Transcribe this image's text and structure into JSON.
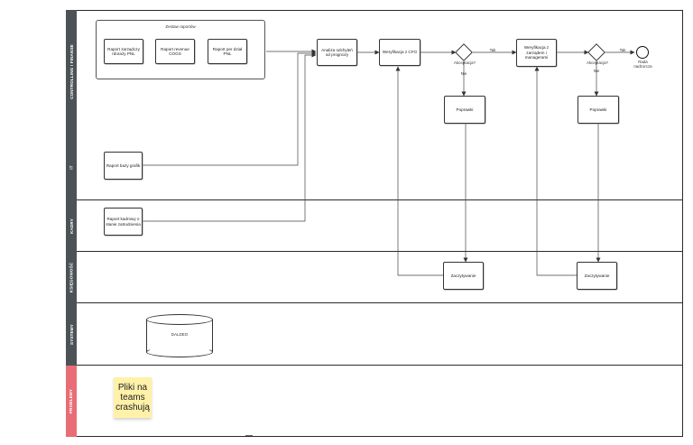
{
  "lanes": [
    {
      "title": "CONTROLLING I FINANSE"
    },
    {
      "title": "IT"
    },
    {
      "title": "KADRY"
    },
    {
      "title": "KSIĘGOWOŚĆ"
    },
    {
      "title": "SYSTEMY"
    },
    {
      "title": "PROBLEMY"
    }
  ],
  "group": {
    "title": "Zestaw raportów"
  },
  "nodes": {
    "raport_zarzadczy": "Raport zarządczy rdorazy PNL",
    "raport_revenue": "Raport revenue COGS",
    "raport_per_dzial": "Raport per dział PNL",
    "analiza": "Analiza odchyleń od prognozy",
    "weryfikacja_cfo": "Weryfikacja z CFO",
    "akceptacja_1": "Akceptacja?",
    "tak_1": "Tak",
    "nie_1": "Nie",
    "poprawki_1": "Poprawki",
    "weryfikacja_zarzad": "Weryfikacja z zarządem i managerami",
    "akceptacja_2": "Akceptacja?",
    "tak_2": "Tak",
    "nie_2": "Nie",
    "poprawki_2": "Poprawki",
    "rada": "Rada nadzorcza",
    "raport_bazy": "Raport bazy grafik",
    "raport_kadrowy": "Raport kadrowy o stanie zatrudnienia",
    "zaczytywanie_1": "Zaczytywanie",
    "zaczytywanie_2": "Zaczytywanie",
    "db": "DALDEO"
  },
  "sticky": {
    "text": "Pliki na teams crashują",
    "color": "#fff1a8"
  },
  "colors": {
    "lane_header": "#4d5257",
    "problem_header": "#e96d76"
  }
}
